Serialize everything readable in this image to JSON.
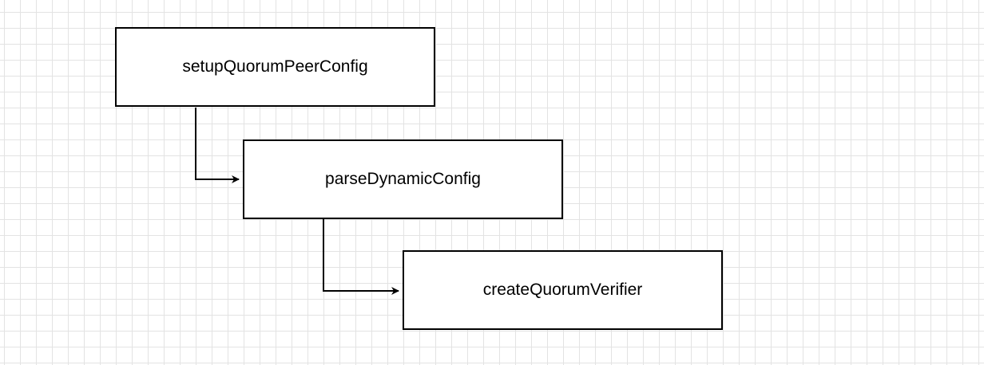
{
  "diagram": {
    "nodes": [
      {
        "id": "n1",
        "label": "setupQuorumPeerConfig"
      },
      {
        "id": "n2",
        "label": "parseDynamicConfig"
      },
      {
        "id": "n3",
        "label": "createQuorumVerifier"
      }
    ],
    "edges": [
      {
        "from": "n1",
        "to": "n2"
      },
      {
        "from": "n2",
        "to": "n3"
      }
    ]
  },
  "colors": {
    "stroke": "#000000",
    "grid": "#e3e3e3",
    "background": "#ffffff"
  }
}
